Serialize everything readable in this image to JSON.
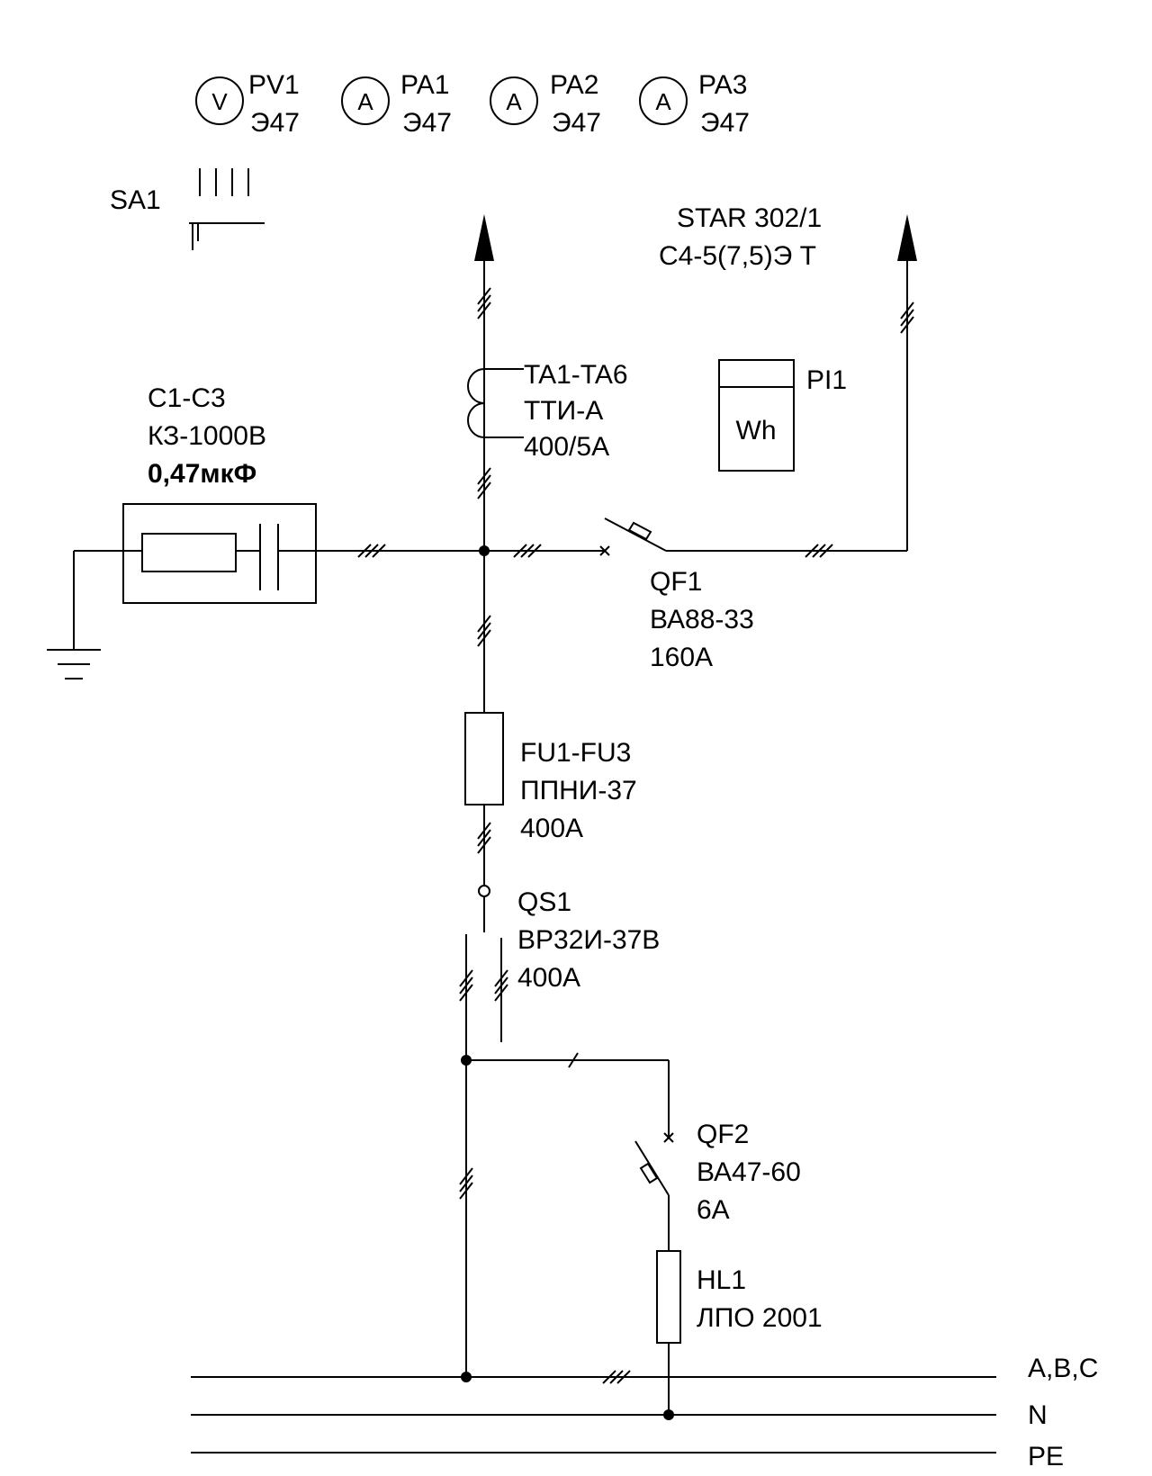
{
  "meters": [
    {
      "letter": "V",
      "name": "PV1",
      "type": "Э47"
    },
    {
      "letter": "A",
      "name": "PA1",
      "type": "Э47"
    },
    {
      "letter": "A",
      "name": "PA2",
      "type": "Э47"
    },
    {
      "letter": "A",
      "name": "PA3",
      "type": "Э47"
    }
  ],
  "sa1": {
    "name": "SA1"
  },
  "energy_meter": {
    "model_line1": "STAR 302/1",
    "model_line2": "С4-5(7,5)Э Т",
    "symbol": "Wh",
    "name": "PI1"
  },
  "ct": {
    "name": "TA1-TA6",
    "type": "ТТИ-А",
    "rating": "400/5А"
  },
  "capacitor": {
    "name": "С1-С3",
    "type": "КЗ-1000В",
    "value": "0,47мкФ"
  },
  "qf1": {
    "name": "QF1",
    "type": "ВА88-33",
    "rating": "160А"
  },
  "fuse": {
    "name": "FU1-FU3",
    "type": "ППНИ-37",
    "rating": "400А"
  },
  "qs1": {
    "name": "QS1",
    "type": "ВР32И-37В",
    "rating": "400А"
  },
  "qf2": {
    "name": "QF2",
    "type": "ВА47-60",
    "rating": "6А"
  },
  "hl1": {
    "name": "HL1",
    "type": "ЛПО 2001"
  },
  "buses": {
    "phase": "A,B,C",
    "neutral": "N",
    "pe": "PE"
  }
}
